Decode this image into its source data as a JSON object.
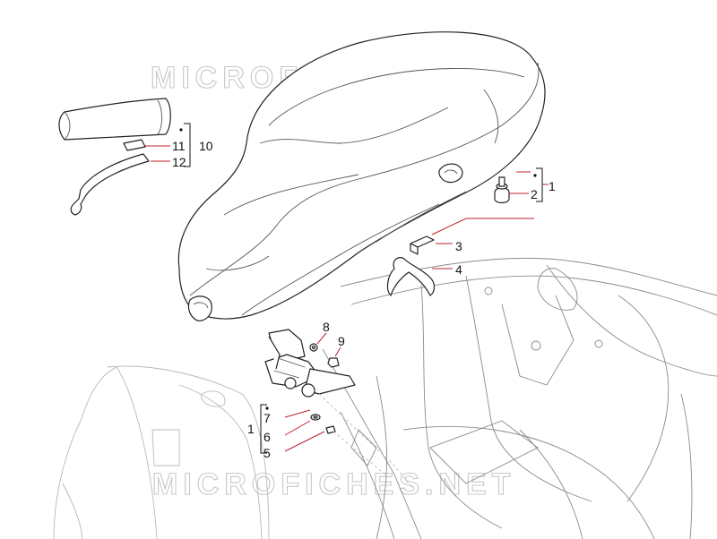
{
  "watermark": "MICROFICHES.NET",
  "callouts": {
    "c1a": "1",
    "c2": "2",
    "c3": "3",
    "c4": "4",
    "c10": "10",
    "c11": "11",
    "c12": "12",
    "c8": "8",
    "c9": "9",
    "c1b": "1",
    "c7": "7",
    "c6": "6",
    "c5": "5"
  },
  "colors": {
    "line": "#222222",
    "leader": "#c0202a",
    "watermark": "#c8c8c8"
  }
}
